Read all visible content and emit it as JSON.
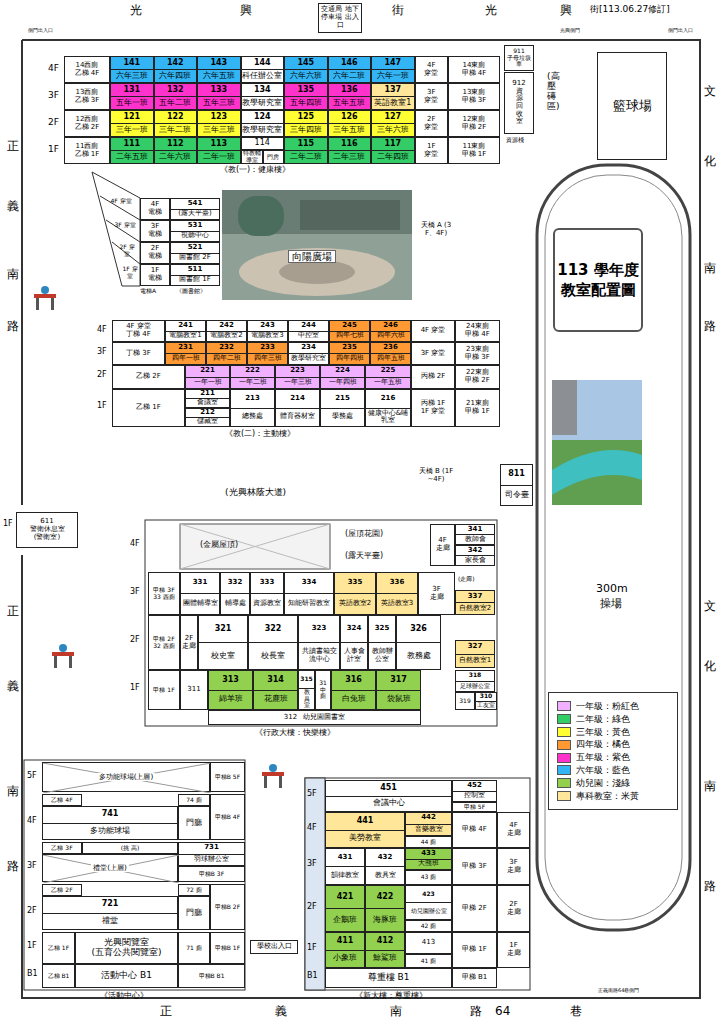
{
  "diagram": {
    "title": "113 學年度 教室配置圖",
    "nodes": [
      {
        "text": [
          "交通局 地下停車場 出入口"
        ]
      },
      {
        "text": [
          "14西廁",
          "乙梯 4F"
        ]
      },
      {
        "text": [
          "13西廁",
          "乙梯 3F"
        ]
      },
      {
        "text": [
          "12西廁",
          "乙梯 2F"
        ]
      },
      {
        "text": [
          "11西廁",
          "乙梯 1F"
        ]
      },
      {
        "text": [
          "141",
          "六年三班"
        ]
      },
      {
        "text": [
          "142",
          "六年四班"
        ]
      },
      {
        "text": [
          "143",
          "六年五班"
        ]
      },
      {
        "text": [
          "144",
          "科任辦公室"
        ]
      },
      {
        "text": [
          "145",
          "六年六班"
        ]
      },
      {
        "text": [
          "146",
          "六年二班"
        ]
      },
      {
        "text": [
          "147",
          "六年一班"
        ]
      },
      {
        "text": [
          "131",
          "五年一班"
        ]
      },
      {
        "text": [
          "132",
          "五年二班"
        ]
      },
      {
        "text": [
          "133",
          "五年三班"
        ]
      },
      {
        "text": [
          "134",
          "教學研究室"
        ]
      },
      {
        "text": [
          "135",
          "五年四班"
        ]
      },
      {
        "text": [
          "136",
          "五年五班"
        ]
      },
      {
        "text": [
          "137",
          "英語教室1"
        ]
      },
      {
        "text": [
          "121",
          "三年一班"
        ]
      },
      {
        "text": [
          "122",
          "三年二班"
        ]
      },
      {
        "text": [
          "123",
          "三年三班"
        ]
      },
      {
        "text": [
          "124",
          "教學研究室"
        ]
      },
      {
        "text": [
          "125",
          "三年四班"
        ]
      },
      {
        "text": [
          "126",
          "三年五班"
        ]
      },
      {
        "text": [
          "127",
          "三年六班"
        ]
      },
      {
        "text": [
          "111",
          "二年五班"
        ]
      },
      {
        "text": [
          "112",
          "二年六班"
        ]
      },
      {
        "text": [
          "113",
          "二年一班"
        ]
      },
      {
        "text": [
          "114"
        ]
      },
      {
        "text": [
          "特教輔導室"
        ]
      },
      {
        "text": [
          "門房"
        ]
      },
      {
        "text": [
          "115",
          "二年二班"
        ]
      },
      {
        "text": [
          "116",
          "二年三班"
        ]
      },
      {
        "text": [
          "117",
          "二年四班"
        ]
      },
      {
        "text": [
          "4F",
          "穿堂"
        ]
      },
      {
        "text": [
          "3F",
          "穿堂"
        ]
      },
      {
        "text": [
          "2F",
          "穿堂"
        ]
      },
      {
        "text": [
          "1F",
          "穿堂"
        ]
      },
      {
        "text": [
          "14東廁",
          "甲梯 4F"
        ]
      },
      {
        "text": [
          "13東廁",
          "甲梯 3F"
        ]
      },
      {
        "text": [
          "12東廁",
          "甲梯 2F"
        ]
      },
      {
        "text": [
          "11東廁",
          "甲梯 1F"
        ]
      },
      {
        "text": [
          "911",
          "子母垃圾車"
        ]
      },
      {
        "text": [
          "912",
          "資源回收室"
        ]
      },
      {
        "text": [
          "籃球場"
        ]
      },
      {
        "text": [
          "541",
          "(露天平臺)"
        ]
      },
      {
        "text": [
          "531",
          "視聽中心"
        ]
      },
      {
        "text": [
          "521",
          "圖書館 2F"
        ]
      },
      {
        "text": [
          "511",
          "圖書館 1F"
        ]
      },
      {
        "text": [
          "4F",
          "電梯"
        ]
      },
      {
        "text": [
          "3F",
          "電梯"
        ]
      },
      {
        "text": [
          "2F",
          "電梯"
        ]
      },
      {
        "text": [
          "1F",
          "電梯"
        ]
      },
      {
        "text": [
          "4F 穿堂",
          "丁梯 4F"
        ]
      },
      {
        "text": [
          "241",
          "電腦教室1"
        ]
      },
      {
        "text": [
          "242",
          "電腦教室2"
        ]
      },
      {
        "text": [
          "243",
          "電腦教室3"
        ]
      },
      {
        "text": [
          "244",
          "中控室"
        ]
      },
      {
        "text": [
          "245",
          "四年七班"
        ]
      },
      {
        "text": [
          "246",
          "四年六班"
        ]
      },
      {
        "text": [
          "4F 穿堂"
        ]
      },
      {
        "text": [
          "24東廁",
          "甲梯 4F"
        ]
      },
      {
        "text": [
          "丁梯 3F"
        ]
      },
      {
        "text": [
          "231",
          "四年一班"
        ]
      },
      {
        "text": [
          "232",
          "四年二班"
        ]
      },
      {
        "text": [
          "233",
          "四年三班"
        ]
      },
      {
        "text": [
          "234",
          "教學研究室"
        ]
      },
      {
        "text": [
          "235",
          "四年四班"
        ]
      },
      {
        "text": [
          "236",
          "四年五班"
        ]
      },
      {
        "text": [
          "3F 穿堂"
        ]
      },
      {
        "text": [
          "23東廁",
          "甲梯 3F"
        ]
      },
      {
        "text": [
          "乙梯 2F"
        ]
      },
      {
        "text": [
          "221",
          "一年一班"
        ]
      },
      {
        "text": [
          "222",
          "一年二班"
        ]
      },
      {
        "text": [
          "223",
          "一年三班"
        ]
      },
      {
        "text": [
          "224",
          "一年四班"
        ]
      },
      {
        "text": [
          "225",
          "一年五班"
        ]
      },
      {
        "text": [
          "丙梯 2F"
        ]
      },
      {
        "text": [
          "22東廁",
          "甲梯 2F"
        ]
      },
      {
        "text": [
          "乙梯 1F"
        ]
      },
      {
        "text": [
          "211",
          "會議室"
        ]
      },
      {
        "text": [
          "212",
          "儲藏室"
        ]
      },
      {
        "text": [
          "213",
          "總務處"
        ]
      },
      {
        "text": [
          "214",
          "體育器材室"
        ]
      },
      {
        "text": [
          "215",
          "學務處"
        ]
      },
      {
        "text": [
          "216",
          "健康中心&哺乳室"
        ]
      },
      {
        "text": [
          "丙梯 1F",
          "1F 穿堂"
        ]
      },
      {
        "text": [
          "21東廁",
          "甲梯 1F"
        ]
      },
      {
        "text": [
          "811",
          "司令臺"
        ]
      },
      {
        "text": [
          "611",
          "警衛休息室",
          "(警衛室)"
        ]
      },
      {
        "text": [
          "341",
          "教師會"
        ]
      },
      {
        "text": [
          "342",
          "家長會"
        ]
      },
      {
        "text": [
          "4F",
          "走廊"
        ]
      },
      {
        "text": [
          "甲梯 3F",
          "33 西廁"
        ]
      },
      {
        "text": [
          "331",
          "團體輔導室"
        ]
      },
      {
        "text": [
          "332",
          "輔導處"
        ]
      },
      {
        "text": [
          "333",
          "資源教室"
        ]
      },
      {
        "text": [
          "334",
          "知能研習教室"
        ]
      },
      {
        "text": [
          "335",
          "英語教室2"
        ]
      },
      {
        "text": [
          "336",
          "英語教室3"
        ]
      },
      {
        "text": [
          "3F",
          "走廊"
        ]
      },
      {
        "text": [
          "337",
          "自然教室2"
        ]
      },
      {
        "text": [
          "甲梯 2F",
          "32 西廁"
        ]
      },
      {
        "text": [
          "2F",
          "走廊"
        ]
      },
      {
        "text": [
          "321",
          "校史室"
        ]
      },
      {
        "text": [
          "322",
          "校長室"
        ]
      },
      {
        "text": [
          "323",
          "共讀書箱交流中心"
        ]
      },
      {
        "text": [
          "324",
          "人事會計室"
        ]
      },
      {
        "text": [
          "325",
          "教師辦公室"
        ]
      },
      {
        "text": [
          "326",
          "教務處"
        ]
      },
      {
        "text": [
          "327",
          "自然教室1"
        ]
      },
      {
        "text": [
          "甲梯 1F"
        ]
      },
      {
        "text": [
          "311"
        ]
      },
      {
        "text": [
          "313",
          "綿羊班"
        ]
      },
      {
        "text": [
          "314",
          "花鹿班"
        ]
      },
      {
        "text": [
          "315",
          "教具室"
        ]
      },
      {
        "text": [
          "31",
          "中廁"
        ]
      },
      {
        "text": [
          "316",
          "白兔班"
        ]
      },
      {
        "text": [
          "317",
          "袋鼠班"
        ]
      },
      {
        "text": [
          "318",
          "足球辦公室"
        ]
      },
      {
        "text": [
          "319"
        ]
      },
      {
        "text": [
          "310",
          "工友室"
        ]
      },
      {
        "text": [
          "312",
          "幼兒園圖書室"
        ]
      },
      {
        "text": [
          "多功能球場(上層)"
        ]
      },
      {
        "text": [
          "甲梯B 5F"
        ]
      },
      {
        "text": [
          "乙梯 4F"
        ]
      },
      {
        "text": [
          "74 廁"
        ]
      },
      {
        "text": [
          "甲梯B 4F"
        ]
      },
      {
        "text": [
          "741",
          "多功能球場"
        ]
      },
      {
        "text": [
          "門廳"
        ]
      },
      {
        "text": [
          "乙梯 3F"
        ]
      },
      {
        "text": [
          "(挑 高)"
        ]
      },
      {
        "text": [
          "731",
          "羽球辦公室"
        ]
      },
      {
        "text": [
          "禮堂(上層)"
        ]
      },
      {
        "text": [
          "甲梯B 3F"
        ]
      },
      {
        "text": [
          "乙梯 2F"
        ]
      },
      {
        "text": [
          "72 廁"
        ]
      },
      {
        "text": [
          "甲梯B 2F"
        ]
      },
      {
        "text": [
          "721",
          "禮堂"
        ]
      },
      {
        "text": [
          "門廳"
        ]
      },
      {
        "text": [
          "乙梯 1F"
        ]
      },
      {
        "text": [
          "光興閱覽室",
          "(五育公共閱覽室)"
        ]
      },
      {
        "text": [
          "71 廁"
        ]
      },
      {
        "text": [
          "甲梯B 1F"
        ]
      },
      {
        "text": [
          "乙梯 B1"
        ]
      },
      {
        "text": [
          "活動中心 B1"
        ]
      },
      {
        "text": [
          "甲梯B B1"
        ]
      },
      {
        "text": [
          "學校出入口"
        ]
      },
      {
        "text": [
          "451",
          "會議中心"
        ]
      },
      {
        "text": [
          "452",
          "控制室"
        ]
      },
      {
        "text": [
          "甲梯 5F"
        ]
      },
      {
        "text": [
          "441",
          "美勞教室"
        ]
      },
      {
        "text": [
          "442",
          "音樂教室"
        ]
      },
      {
        "text": [
          "44 廁"
        ]
      },
      {
        "text": [
          "甲梯 4F"
        ]
      },
      {
        "text": [
          "4F",
          "走廊"
        ]
      },
      {
        "text": [
          "431",
          "韻律教室"
        ]
      },
      {
        "text": [
          "432",
          "教具室"
        ]
      },
      {
        "text": [
          "433",
          "大熊班"
        ]
      },
      {
        "text": [
          "43 廁"
        ]
      },
      {
        "text": [
          "甲梯 3F"
        ]
      },
      {
        "text": [
          "3F",
          "走廊"
        ]
      },
      {
        "text": [
          "421",
          "企鵝班"
        ]
      },
      {
        "text": [
          "422",
          "海豚班"
        ]
      },
      {
        "text": [
          "423",
          "幼兒園辦公室"
        ]
      },
      {
        "text": [
          "42 廁"
        ]
      },
      {
        "text": [
          "甲梯 2F"
        ]
      },
      {
        "text": [
          "2F",
          "走廊"
        ]
      },
      {
        "text": [
          "411",
          "小象班"
        ]
      },
      {
        "text": [
          "412",
          "鯨鯊班"
        ]
      },
      {
        "text": [
          "413"
        ]
      },
      {
        "text": [
          "41 廁"
        ]
      },
      {
        "text": [
          "甲梯 1F"
        ]
      },
      {
        "text": [
          "1F",
          "走廊"
        ]
      },
      {
        "text": [
          "尊重樓 B1"
        ]
      },
      {
        "text": [
          "甲梯 B1"
        ]
      }
    ],
    "labels": [
      "光",
      "興",
      "街",
      "光",
      "興",
      "街[113.06.27修訂]",
      "側門出入口",
      "光興側門",
      "側門出入口",
      "正",
      "義",
      "南",
      "路",
      "正",
      "義",
      "南",
      "路",
      "文",
      "化",
      "南",
      "路",
      "文",
      "化",
      "南",
      "路",
      "正",
      "義",
      "南",
      "路",
      "64",
      "巷",
      "正義南路64巷側門",
      "4F",
      "3F",
      "2F",
      "1F",
      "《教(一)：健康樓》",
      "資源棧",
      "(高壓磚區)",
      "4F 穿堂",
      "3F 穿堂",
      "2F 穿堂",
      "1F 穿堂",
      "電梯A",
      "《圖書館》",
      "向陽廣場",
      "天橋 A (3F、4F)",
      "天橋 B (1F~4F)",
      "4F",
      "3F",
      "2F",
      "1F",
      "《教(二)：主動樓》",
      "(光興林蔭大道)",
      "1F",
      "4F",
      "3F",
      "2F",
      "1F",
      "(金屬屋頂)",
      "(屋頂花園)",
      "(露天平臺)",
      "(走廊)",
      "《行政大樓：快樂樓》",
      "5F",
      "4F",
      "3F",
      "2F",
      "1F",
      "B1",
      "《活動中心》",
      "5F",
      "4F",
      "3F",
      "2F",
      "1F",
      "B1",
      "《新大樓：尊重樓》",
      "300m",
      "操場"
    ],
    "legend": [
      {
        "text": "一年級：粉紅色",
        "color": "#f0b0ff"
      },
      {
        "text": "二年級：綠色",
        "color": "#33cc66"
      },
      {
        "text": "三年級：黃色",
        "color": "#ffff33"
      },
      {
        "text": "四年級：橘色",
        "color": "#ff9933"
      },
      {
        "text": "五年級：紫色",
        "color": "#ff33cc"
      },
      {
        "text": "六年級：藍色",
        "color": "#33b5f5"
      },
      {
        "text": "幼兒園：淺綠",
        "color": "#92d050"
      },
      {
        "text": "專科教室：米黃",
        "color": "#ffe699"
      }
    ]
  }
}
